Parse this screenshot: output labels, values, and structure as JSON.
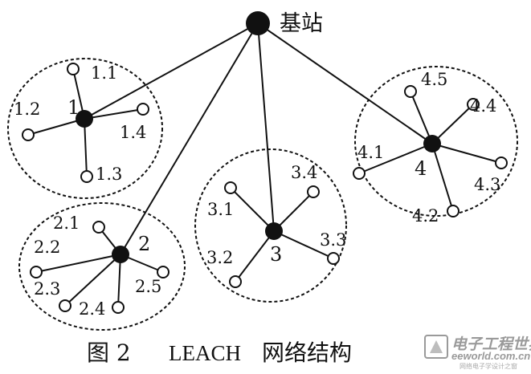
{
  "base_station": {
    "label": "基站"
  },
  "clusters": [
    {
      "id": "1",
      "head_label": "1",
      "members": [
        "1.1",
        "1.2",
        "1.3",
        "1.4"
      ]
    },
    {
      "id": "2",
      "head_label": "2",
      "members": [
        "2.1",
        "2.2",
        "2.3",
        "2.4",
        "2.5"
      ]
    },
    {
      "id": "3",
      "head_label": "3",
      "members": [
        "3.1",
        "3.2",
        "3.3",
        "3.4"
      ]
    },
    {
      "id": "4",
      "head_label": "4",
      "members": [
        "4.1",
        "4.2",
        "4.3",
        "4.4",
        "4.5"
      ]
    }
  ],
  "caption": {
    "figure": "图 2",
    "title_en": "LEACH",
    "title_cn": "网络结构"
  },
  "watermark": {
    "brand_cn": "电子工程世界",
    "brand_en": "eeworld.com.cn",
    "tagline": "网络电子学设计之窗"
  },
  "colors": {
    "ink": "#111111",
    "watermark": "#9a9a9a"
  }
}
